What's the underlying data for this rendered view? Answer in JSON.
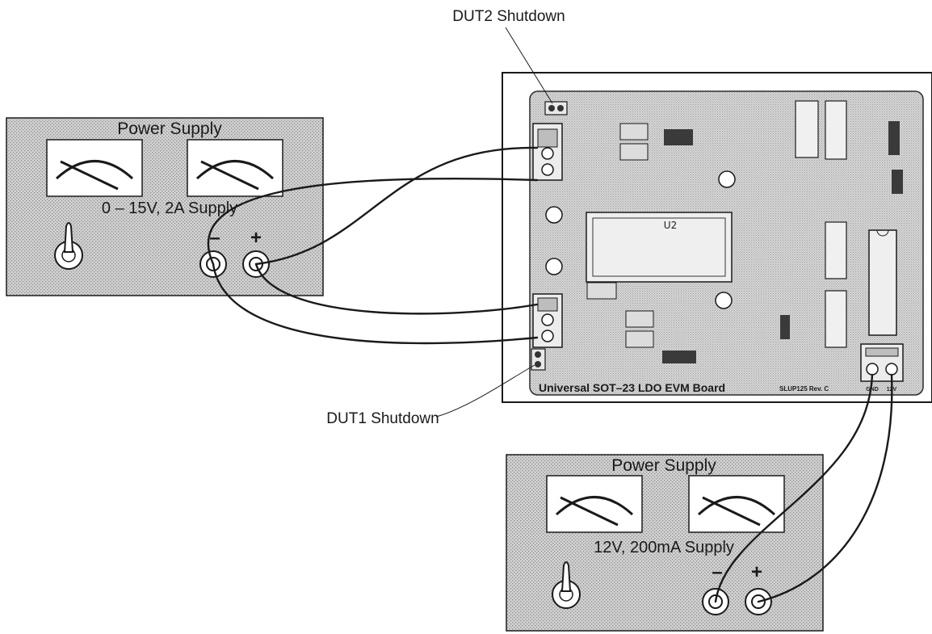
{
  "psu_main": {
    "title": "Power Supply",
    "spec": "0 – 15V, 2A Supply",
    "neg": "–",
    "pos": "+"
  },
  "psu_aux": {
    "title": "Power Supply",
    "spec": "12V, 200mA Supply",
    "neg": "–",
    "pos": "+"
  },
  "board": {
    "caption": "Universal SOT–23 LDO EVM Board",
    "part_rev": "SLUP125   Rev. C",
    "chip_label": "U2",
    "tb_gnd": "GND",
    "tb_12v": "12V"
  },
  "callouts": {
    "dut2": "DUT2 Shutdown",
    "dut1": "DUT1 Shutdown"
  },
  "colors": {
    "panel_fill": "#c9c9c9",
    "meter_face": "#ffffff",
    "ink": "#1a1a1a"
  }
}
